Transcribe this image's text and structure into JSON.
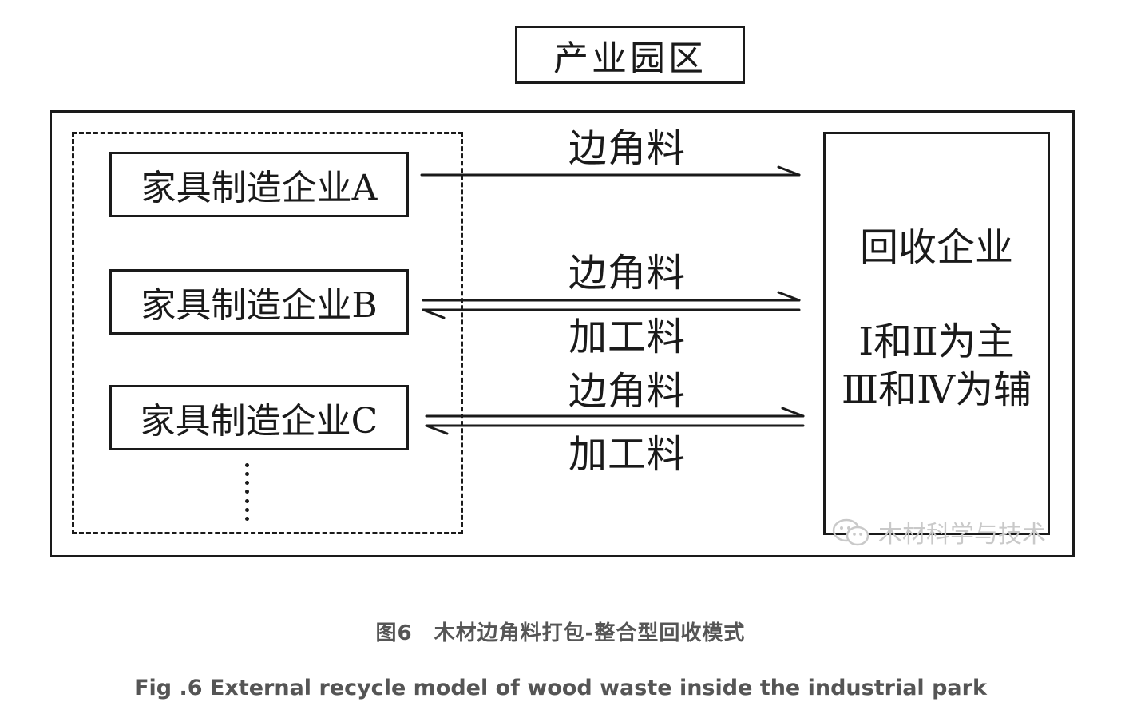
{
  "park_label": "产业园区",
  "enterprises": [
    {
      "label": "家具制造企业A"
    },
    {
      "label": "家具制造企业B"
    },
    {
      "label": "家具制造企业C"
    }
  ],
  "ellipsis": "⋮",
  "flows": {
    "a_top": "边角料",
    "b_top": "边角料",
    "b_bottom": "加工料",
    "c_top": "边角料",
    "c_bottom": "加工料"
  },
  "recycler": {
    "name": "回收企业",
    "rule_line1": "Ⅰ和Ⅱ为主",
    "rule_line2": "Ⅲ和Ⅳ为辅"
  },
  "watermark": "木材科学与技术",
  "caption": {
    "cn": "图6　木材边角料打包-整合型回收模式",
    "en": "Fig .6   External recycle model of wood waste inside the industrial park"
  },
  "colors": {
    "line": "#1a1a1a",
    "caption": "#555555",
    "watermark": "#c9c9c9"
  }
}
